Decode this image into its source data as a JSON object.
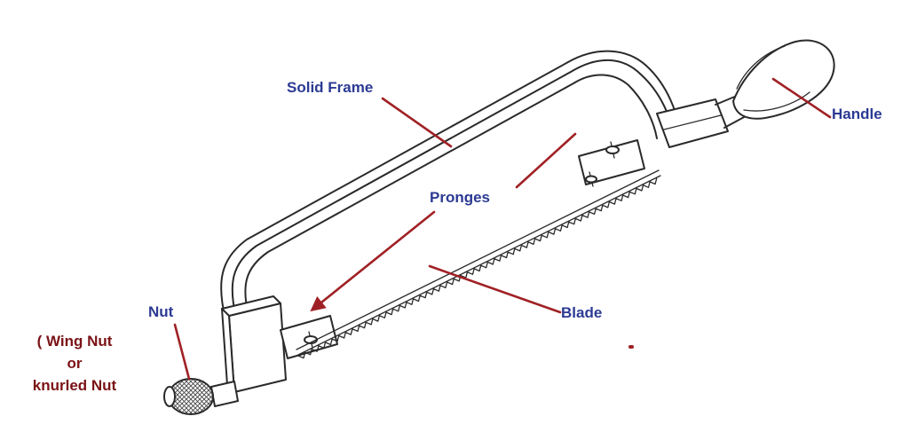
{
  "labels": {
    "solid_frame": "Solid Frame",
    "handle": "Handle",
    "pronges": "Pronges",
    "nut": "Nut",
    "blade": "Blade",
    "wing_nut": [
      "( Wing Nut",
      "or",
      "knurled Nut"
    ]
  },
  "colors": {
    "label_blue": "#2b3a94",
    "wing_nut_red": "#7a1216",
    "leader_red": "#a02125",
    "drawing_ink": "#2a2a2a",
    "background": "#ffffff"
  }
}
